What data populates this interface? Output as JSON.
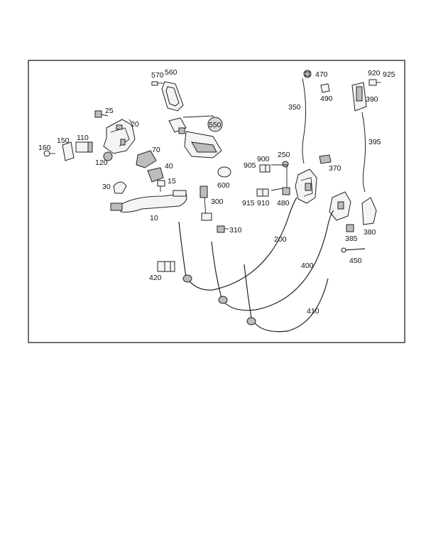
{
  "diagram": {
    "callouts": {
      "c10": "10",
      "c15": "15",
      "c20": "20",
      "c25": "25",
      "c30": "30",
      "c40": "40",
      "c70": "70",
      "c110": "110",
      "c120": "120",
      "c150": "150",
      "c160": "160",
      "c200": "200",
      "c250": "250",
      "c300": "300",
      "c310": "310",
      "c350": "350",
      "c370": "370",
      "c380": "380",
      "c385": "385",
      "c390": "390",
      "c395": "395",
      "c400": "400",
      "c410": "410",
      "c420": "420",
      "c450": "450",
      "c470": "470",
      "c480": "480",
      "c490": "490",
      "c550": "550",
      "c560": "560",
      "c570": "570",
      "c600": "600",
      "c900": "900",
      "c905": "905",
      "c910": "910",
      "c915": "915",
      "c920": "920",
      "c925": "925"
    }
  }
}
